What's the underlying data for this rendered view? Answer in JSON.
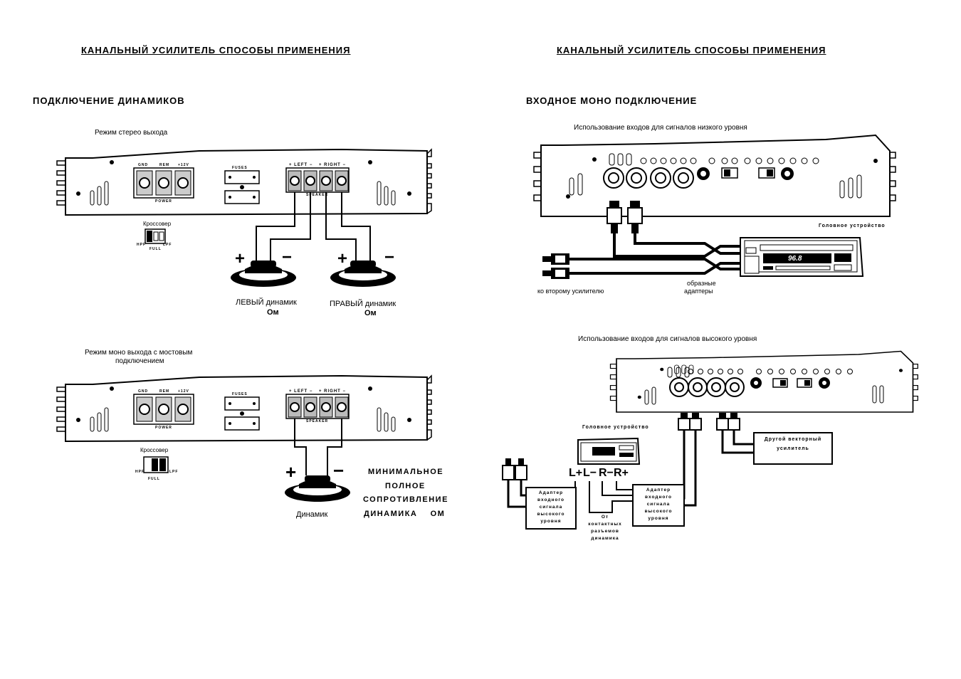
{
  "left": {
    "header": "КАНАЛЬНЫЙ УСИЛИТЕЛЬ    СПОСОБЫ ПРИМЕНЕНИЯ",
    "section_title": "ПОДКЛЮЧЕНИЕ ДИНАМИКОВ",
    "stereo": {
      "caption": "Режим стерео выхода",
      "crossover_label": "Кроссовер",
      "left_speaker": "ЛЕВЫЙ динамик",
      "left_ohm": "Ом",
      "right_speaker": "ПРАВЫЙ динамик",
      "right_ohm": "Ом"
    },
    "mono": {
      "caption_line1": "Режим моно выхода с мостовым",
      "caption_line2": "подключением",
      "crossover_label": "Кроссовер",
      "speaker_label": "Динамик",
      "impedance_line1": "МИНИМАЛЬНОЕ",
      "impedance_line2": "ПОЛНОЕ",
      "impedance_line3": "СОПРОТИВЛЕНИЕ",
      "impedance_line4": "ДИНАМИКА    ОМ"
    }
  },
  "right": {
    "header": "КАНАЛЬНЫЙ УСИЛИТЕЛЬ    СПОСОБЫ ПРИМЕНЕНИЯ",
    "section_title": "ВХОДНОЕ МОНО ПОДКЛЮЧЕНИЕ",
    "low": {
      "caption": "Использование входов для сигналов низкого уровня",
      "head_unit_label": "Головное устройство",
      "second_amp": "ко второму усилителю",
      "adapters_line1": "образные",
      "adapters_line2": "адаптеры",
      "display_value": "96.8"
    },
    "high": {
      "caption": "Использование входов для сигналов высокого уровня",
      "head_unit_label": "Головное устройство",
      "other_amp_line1": "Другой векторный",
      "other_amp_line2": "усилитель",
      "adapter_left": "Адаптер входного сигнала высокого уровня",
      "adapter_right": "Адаптер входного сигнала высокого уровня",
      "from_contacts": "От контактных разъемов динамика",
      "terminal_l_plus": "L+",
      "terminal_l_minus": "L−",
      "terminal_r_minus": "R−",
      "terminal_r_plus": "R+"
    }
  },
  "panel_labels": {
    "gnd": "GND",
    "rem": "REM",
    "v12": "+12V",
    "power": "POWER",
    "fuses": "FUSES",
    "left": "+ LEFT −",
    "right": "+ RIGHT −",
    "speaker": "SPEAKER",
    "hpf": "HPF",
    "full": "FULL",
    "lpf": "LPF"
  }
}
